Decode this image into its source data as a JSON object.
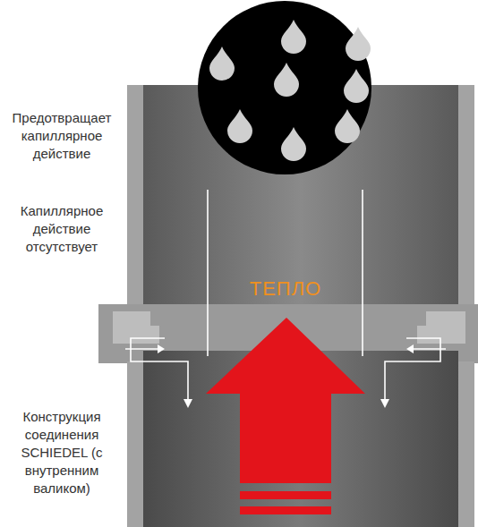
{
  "diagram": {
    "labels": [
      "Предотвращает капиллярное действие",
      "Капиллярное действие отсутствует",
      "ТЕПЛО",
      "Конструкция соединения SCHIEDEL (с внутренним валиком)"
    ]
  }
}
